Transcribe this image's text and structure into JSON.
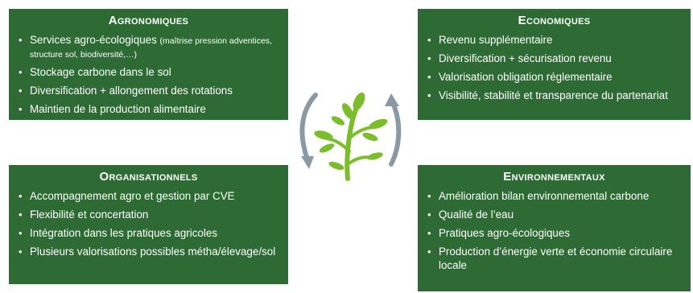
{
  "agronomiques": {
    "title": "Agronomiques",
    "items": [
      "Services agro-écologiques",
      "(maîtrise pression adventices, structure sol, biodiversité,…)",
      "Stockage carbone dans le sol",
      "Diversification + allongement des rotations",
      "Maintien de la production alimentaire"
    ]
  },
  "economiques": {
    "title": "Economiques",
    "items": [
      "Revenu supplémentaire",
      "Diversification + sécurisation revenu",
      "Valorisation obligation réglementaire",
      "Visibilité, stabilité et transparence du partenariat"
    ]
  },
  "organisationnels": {
    "title": "Organisationnels",
    "items": [
      "Accompagnement agro et gestion par CVE",
      "Flexibilité et concertation",
      "Intégration dans les pratiques agricoles",
      "Plusieurs valorisations possibles métha/élevage/sol"
    ]
  },
  "environnementaux": {
    "title": "Environnementaux",
    "items": [
      "Amélioration bilan environnemental carbone",
      "Qualité de l’eau",
      "Pratiques agro-écologiques",
      "Production d’énergie verte et économie circulaire locale"
    ]
  },
  "colors": {
    "box_green": "#2e6b34",
    "plant_green": "#7bbd2a",
    "arrow_gray": "#8a99a3"
  }
}
